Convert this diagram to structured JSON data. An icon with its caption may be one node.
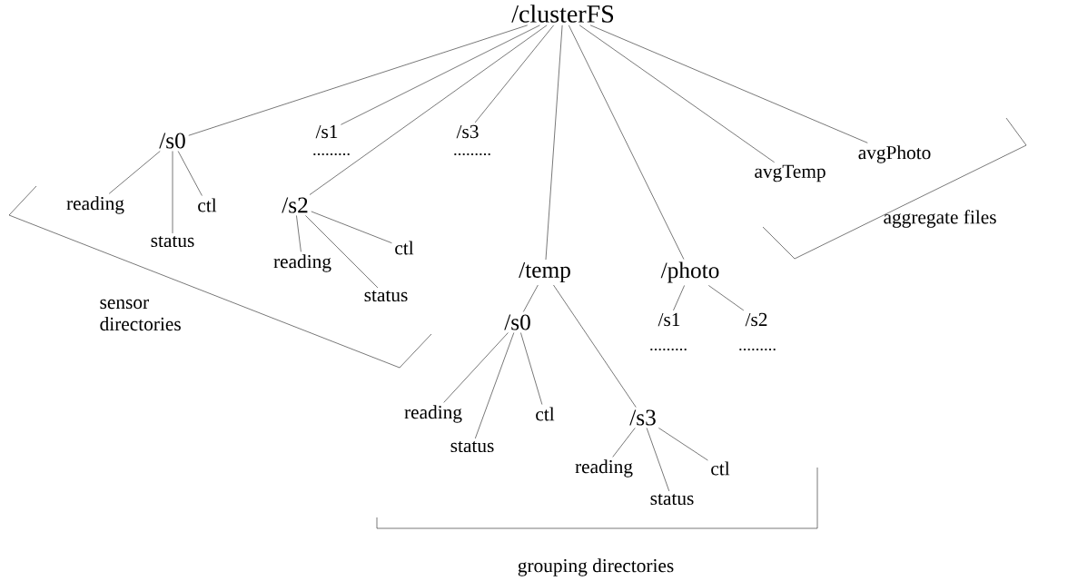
{
  "diagram": {
    "nodes": [
      {
        "text": [
          "/clusterFS"
        ]
      },
      {
        "text": [
          "/s0"
        ]
      },
      {
        "text": [
          "/s1"
        ]
      },
      {
        "text": [
          "/s3"
        ]
      },
      {
        "text": [
          "avgPhoto"
        ]
      },
      {
        "text": [
          "avgTemp"
        ]
      },
      {
        "text": [
          "reading"
        ]
      },
      {
        "text": [
          "ctl"
        ]
      },
      {
        "text": [
          "status"
        ]
      },
      {
        "text": [
          "/s2"
        ]
      },
      {
        "text": [
          "reading"
        ]
      },
      {
        "text": [
          "ctl"
        ]
      },
      {
        "text": [
          "status"
        ]
      },
      {
        "text": [
          "/temp"
        ]
      },
      {
        "text": [
          "/photo"
        ]
      },
      {
        "text": [
          "/s1"
        ]
      },
      {
        "text": [
          "/s2"
        ]
      },
      {
        "text": [
          "/s0"
        ]
      },
      {
        "text": [
          "reading"
        ]
      },
      {
        "text": [
          "ctl"
        ]
      },
      {
        "text": [
          "status"
        ]
      },
      {
        "text": [
          "/s3"
        ]
      },
      {
        "text": [
          "reading"
        ]
      },
      {
        "text": [
          "ctl"
        ]
      },
      {
        "text": [
          "status"
        ]
      }
    ],
    "edges": [
      {
        "from": 0,
        "to": 1,
        "arrow": "none"
      },
      {
        "from": 0,
        "to": 2,
        "arrow": "none"
      },
      {
        "from": 0,
        "to": 9,
        "arrow": "none"
      },
      {
        "from": 0,
        "to": 3,
        "arrow": "none"
      },
      {
        "from": 0,
        "to": 13,
        "arrow": "none"
      },
      {
        "from": 0,
        "to": 14,
        "arrow": "none"
      },
      {
        "from": 0,
        "to": 5,
        "arrow": "none"
      },
      {
        "from": 0,
        "to": 4,
        "arrow": "none"
      },
      {
        "from": 1,
        "to": 6,
        "arrow": "none"
      },
      {
        "from": 1,
        "to": 8,
        "arrow": "none"
      },
      {
        "from": 1,
        "to": 7,
        "arrow": "none"
      },
      {
        "from": 9,
        "to": 10,
        "arrow": "none"
      },
      {
        "from": 9,
        "to": 12,
        "arrow": "none"
      },
      {
        "from": 9,
        "to": 11,
        "arrow": "none"
      },
      {
        "from": 13,
        "to": 17,
        "arrow": "none"
      },
      {
        "from": 13,
        "to": 21,
        "arrow": "none"
      },
      {
        "from": 14,
        "to": 15,
        "arrow": "none"
      },
      {
        "from": 14,
        "to": 16,
        "arrow": "none"
      },
      {
        "from": 17,
        "to": 18,
        "arrow": "none"
      },
      {
        "from": 17,
        "to": 20,
        "arrow": "none"
      },
      {
        "from": 17,
        "to": 19,
        "arrow": "none"
      },
      {
        "from": 21,
        "to": 22,
        "arrow": "none"
      },
      {
        "from": 21,
        "to": 24,
        "arrow": "none"
      },
      {
        "from": 21,
        "to": 23,
        "arrow": "none"
      }
    ],
    "labels": [
      ".........",
      ".........",
      "aggregate files",
      "sensor directories",
      ".........",
      ".........",
      "grouping directories"
    ]
  }
}
